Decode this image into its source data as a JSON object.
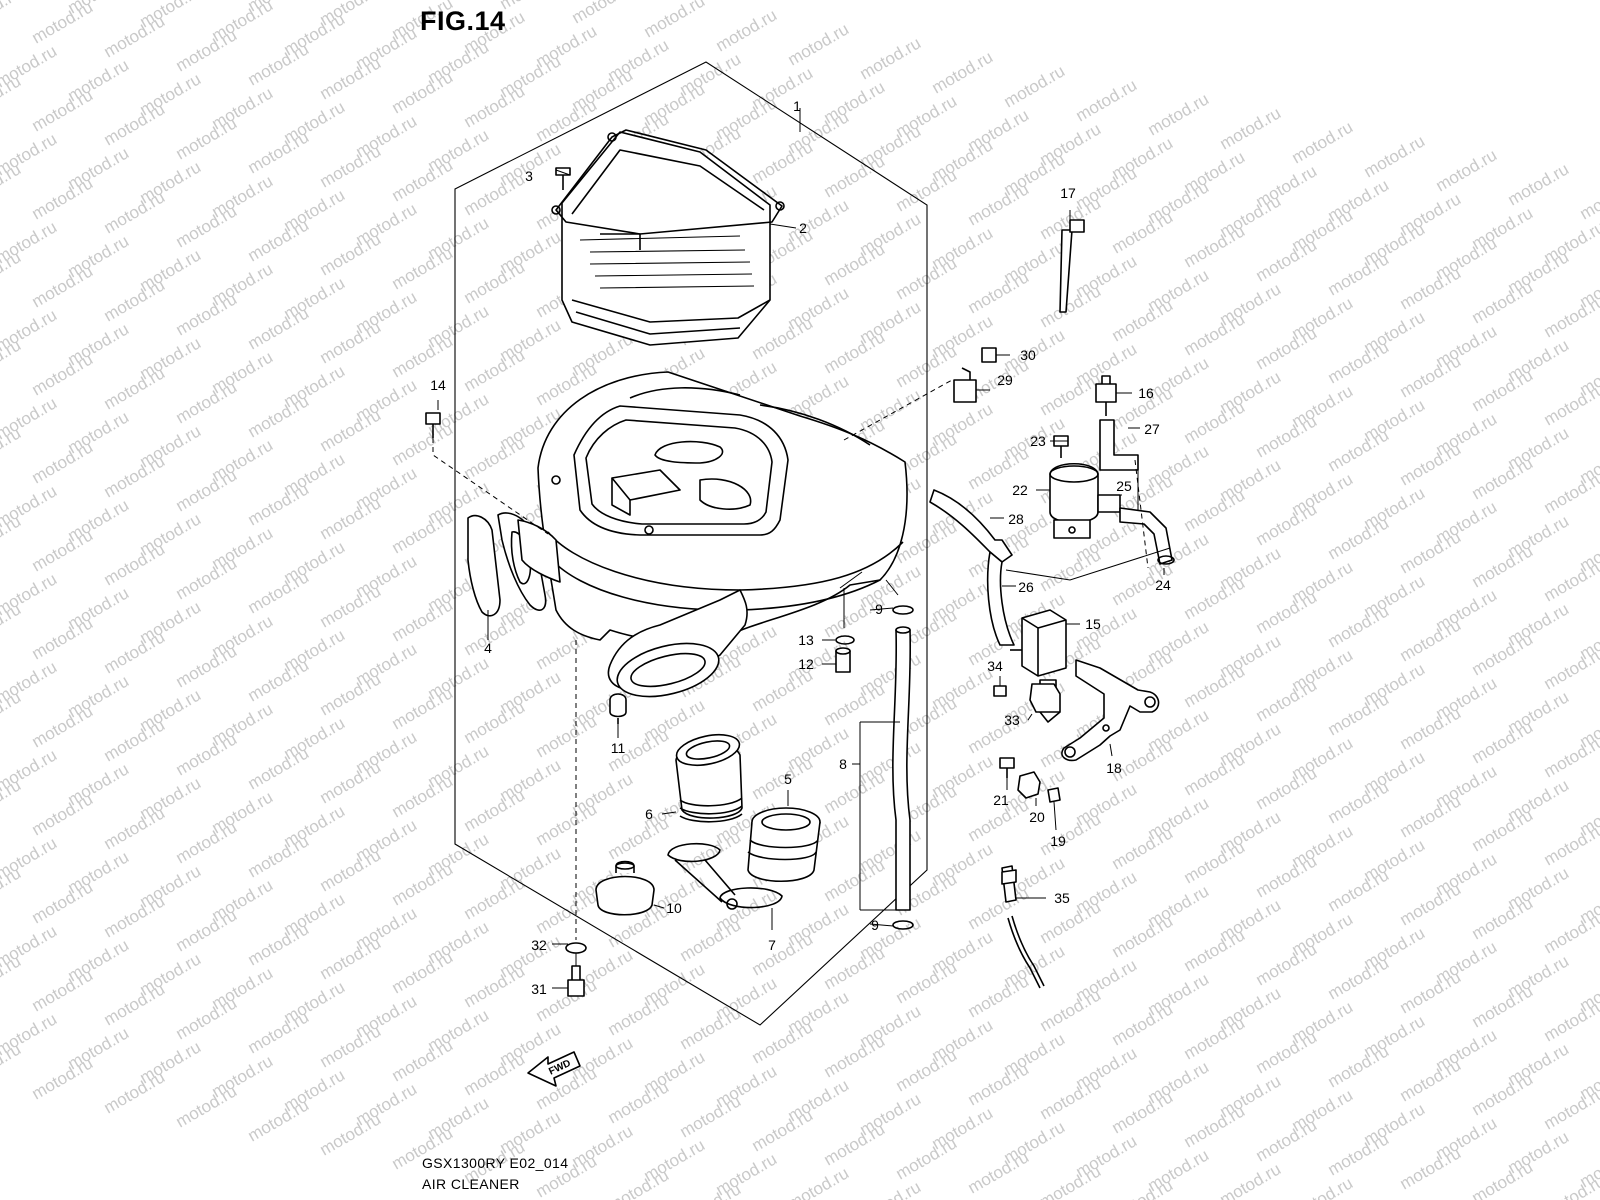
{
  "figure": {
    "title": "FIG.14",
    "model_code": "GSX1300RY E02_014",
    "caption": "AIR CLEANER",
    "watermark": "motod.ru",
    "fwd_label": "FWD"
  },
  "parts": [
    {
      "id": "part-1",
      "number": "1"
    },
    {
      "id": "part-2",
      "number": "2"
    },
    {
      "id": "part-3",
      "number": "3"
    },
    {
      "id": "part-4",
      "number": "4"
    },
    {
      "id": "part-5",
      "number": "5"
    },
    {
      "id": "part-6",
      "number": "6"
    },
    {
      "id": "part-7",
      "number": "7"
    },
    {
      "id": "part-8",
      "number": "8"
    },
    {
      "id": "part-9a",
      "number": "9"
    },
    {
      "id": "part-9b",
      "number": "9"
    },
    {
      "id": "part-10",
      "number": "10"
    },
    {
      "id": "part-11",
      "number": "11"
    },
    {
      "id": "part-12",
      "number": "12"
    },
    {
      "id": "part-13",
      "number": "13"
    },
    {
      "id": "part-14",
      "number": "14"
    },
    {
      "id": "part-15",
      "number": "15"
    },
    {
      "id": "part-16",
      "number": "16"
    },
    {
      "id": "part-17",
      "number": "17"
    },
    {
      "id": "part-18",
      "number": "18"
    },
    {
      "id": "part-19",
      "number": "19"
    },
    {
      "id": "part-20",
      "number": "20"
    },
    {
      "id": "part-21",
      "number": "21"
    },
    {
      "id": "part-22",
      "number": "22"
    },
    {
      "id": "part-23",
      "number": "23"
    },
    {
      "id": "part-24",
      "number": "24"
    },
    {
      "id": "part-25",
      "number": "25"
    },
    {
      "id": "part-26",
      "number": "26"
    },
    {
      "id": "part-27",
      "number": "27"
    },
    {
      "id": "part-28",
      "number": "28"
    },
    {
      "id": "part-29",
      "number": "29"
    },
    {
      "id": "part-30",
      "number": "30"
    },
    {
      "id": "part-31",
      "number": "31"
    },
    {
      "id": "part-32",
      "number": "32"
    },
    {
      "id": "part-33",
      "number": "33"
    },
    {
      "id": "part-34",
      "number": "34"
    },
    {
      "id": "part-35",
      "number": "35"
    }
  ]
}
